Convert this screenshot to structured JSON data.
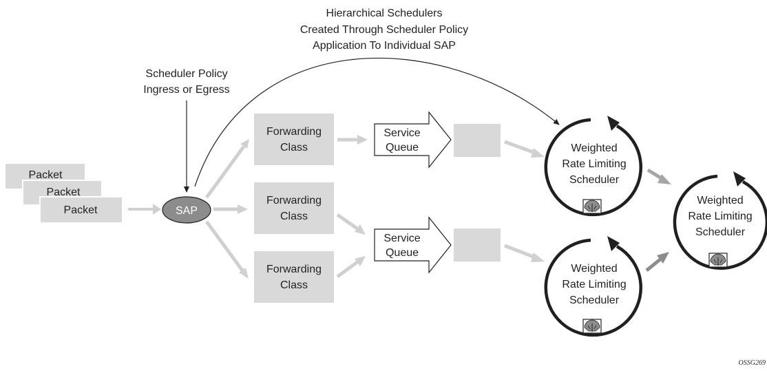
{
  "title": {
    "line1": "Hierarchical Schedulers",
    "line2": "Created Through Scheduler Policy",
    "line3": "Application To Individual SAP"
  },
  "policy": {
    "line1": "Scheduler Policy",
    "line2": "Ingress or Egress"
  },
  "packets": [
    "Packet",
    "Packet",
    "Packet"
  ],
  "sap": "SAP",
  "forwarding_classes": [
    {
      "line1": "Forwarding",
      "line2": "Class"
    },
    {
      "line1": "Forwarding",
      "line2": "Class"
    },
    {
      "line1": "Forwarding",
      "line2": "Class"
    }
  ],
  "service_queues": [
    {
      "line1": "Service",
      "line2": "Queue"
    },
    {
      "line1": "Service",
      "line2": "Queue"
    }
  ],
  "schedulers": [
    {
      "line1": "Weighted",
      "line2": "Rate Limiting",
      "line3": "Scheduler"
    },
    {
      "line1": "Weighted",
      "line2": "Rate Limiting",
      "line3": "Scheduler"
    },
    {
      "line1": "Weighted",
      "line2": "Rate Limiting",
      "line3": "Scheduler"
    }
  ],
  "figure_code": "OSSG269",
  "colors": {
    "box_fill": "#d9d9d9",
    "arrow_light": "#d0d0d0",
    "arrow_dark": "#909090",
    "sap_fill": "#8c8c8c",
    "ink": "#231f20"
  }
}
